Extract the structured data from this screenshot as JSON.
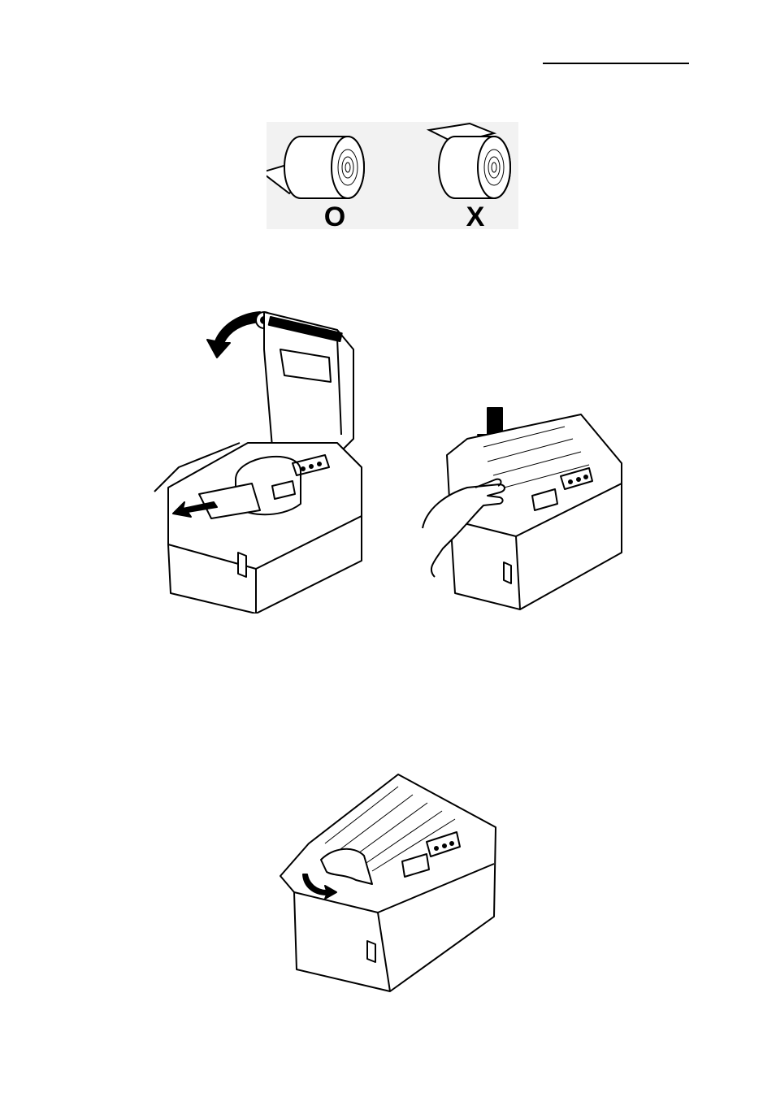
{
  "paper_roll_orientation": {
    "correct_mark": "O",
    "incorrect_mark": "X"
  },
  "figures": [
    "paper-roll-orientation",
    "open-cover-insert-paper",
    "close-cover",
    "tear-off-paper"
  ],
  "colors": {
    "ink": "#000000",
    "paper": "#ffffff",
    "panel": "#f2f2f2"
  }
}
